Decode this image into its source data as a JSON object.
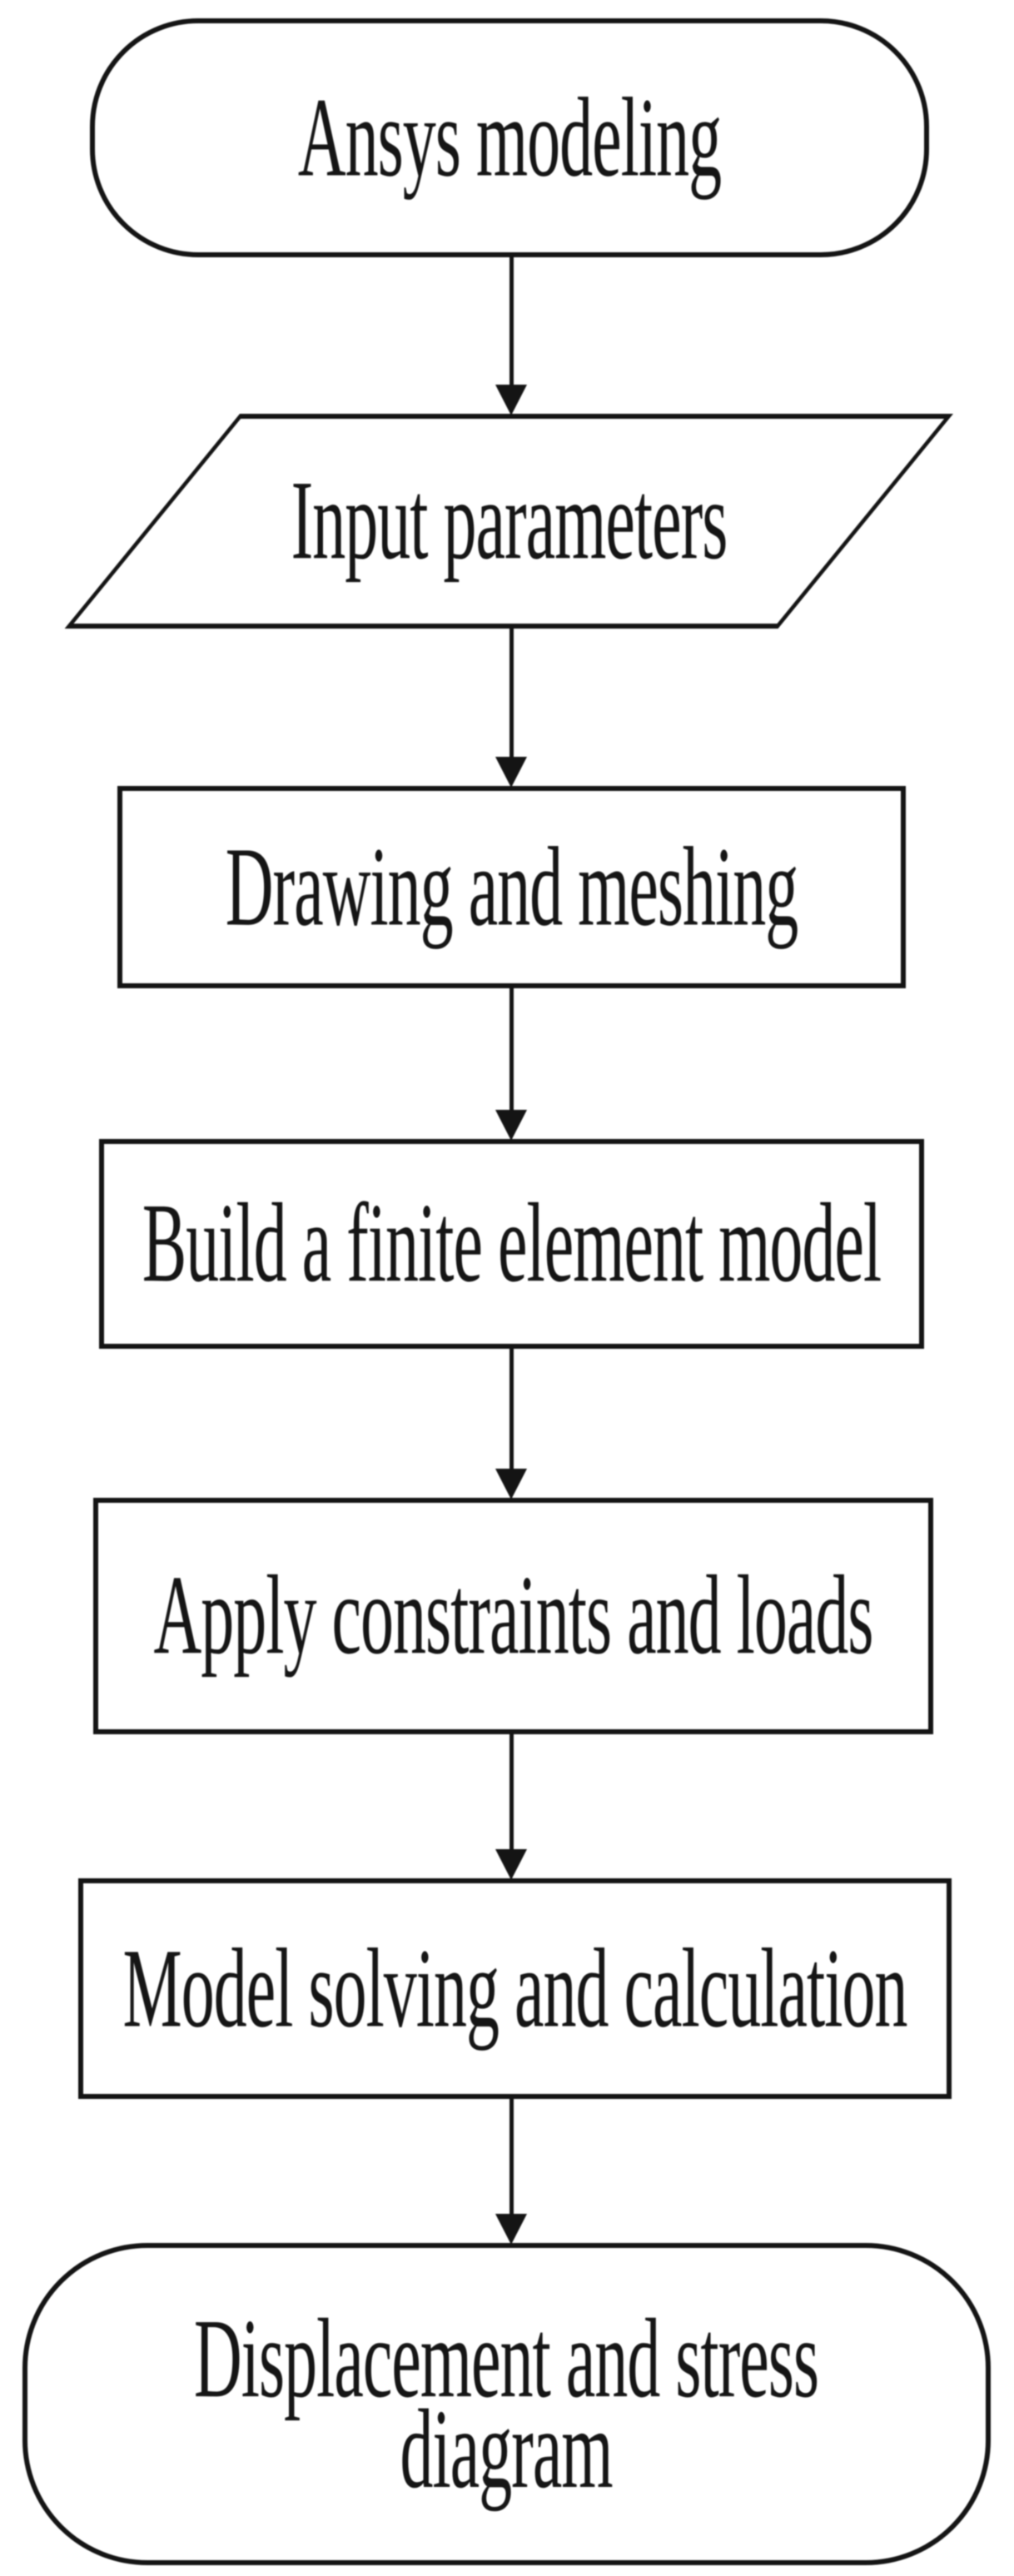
{
  "figure": {
    "type": "flowchart",
    "background_color": "#ffffff",
    "stroke_color": "#141414",
    "text_color": "#151515",
    "flow_direction": "top-to-bottom"
  },
  "flowchart": {
    "nodes": [
      {
        "id": "start",
        "shape": "stadium",
        "role": "terminator",
        "label": "Ansys modeling"
      },
      {
        "id": "input",
        "shape": "parallelogram",
        "role": "input-output",
        "label": "Input parameters"
      },
      {
        "id": "drawing",
        "shape": "rectangle",
        "role": "process",
        "label": "Drawing and meshing"
      },
      {
        "id": "fem",
        "shape": "rectangle",
        "role": "process",
        "label": "Build a finite element model"
      },
      {
        "id": "constraints",
        "shape": "rectangle",
        "role": "process",
        "label": "Apply constraints and loads"
      },
      {
        "id": "solving",
        "shape": "rectangle",
        "role": "process",
        "label": "Model solving and calculation"
      },
      {
        "id": "end",
        "shape": "stadium",
        "role": "terminator",
        "label": "Displacement and stress diagram"
      }
    ],
    "edges": [
      {
        "from": "start",
        "to": "input",
        "style": "arrow-down"
      },
      {
        "from": "input",
        "to": "drawing",
        "style": "arrow-down"
      },
      {
        "from": "drawing",
        "to": "fem",
        "style": "arrow-down"
      },
      {
        "from": "fem",
        "to": "constraints",
        "style": "arrow-down"
      },
      {
        "from": "constraints",
        "to": "solving",
        "style": "arrow-down"
      },
      {
        "from": "solving",
        "to": "end",
        "style": "arrow-down"
      }
    ]
  }
}
